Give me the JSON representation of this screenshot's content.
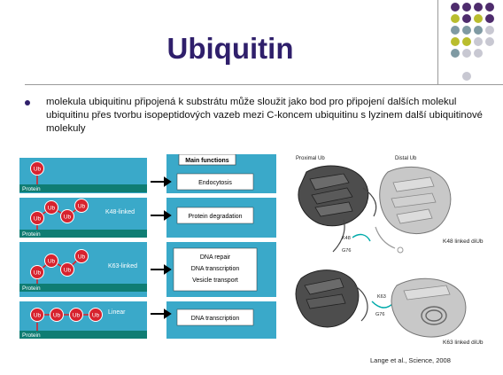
{
  "slide": {
    "title": "Ubiquitin",
    "bullet": "molekula ubiquitinu připojená k substrátu může sloužit jako bod pro připojení dalších molekul ubiquitinu přes tvorbu isopeptidových vazeb mezi C-koncem ubiquitinu s lyzinem další ubiquitinové molekuly",
    "citation": "Lange et al., Science, 2008"
  },
  "diagram": {
    "main_functions_header": "Main functions",
    "ub_label": "Ub",
    "protein_label": "Protein",
    "rows": [
      {
        "linkage": "",
        "functions": [
          "Endocytosis"
        ]
      },
      {
        "linkage": "K48-linked",
        "functions": [
          "Protein degradation"
        ]
      },
      {
        "linkage": "K63-linked",
        "functions": [
          "DNA repair",
          "DNA transcription",
          "Vesicle transport"
        ]
      },
      {
        "linkage": "Linear",
        "functions": [
          "DNA transcription"
        ]
      }
    ]
  },
  "structure_figure": {
    "proximal_label": "Proximal Ub",
    "distal_label": "Distal Ub",
    "k48_label": "K48",
    "g76_label": "G76",
    "caption_top": "K48 linked diUb",
    "k63_label": "K63",
    "g76_label_bottom": "G76",
    "caption_bottom": "K63 linked diUb"
  },
  "colors": {
    "title": "#2f1f6b",
    "panel": "#3aa9c9",
    "protein_bar": "#0f7d73",
    "ub": "#d7232e",
    "dot_purple": "#4e2c6d",
    "dot_olive": "#b9bd2e",
    "dot_gray": "#7f9aa3",
    "dot_light": "#c8c8d2"
  }
}
